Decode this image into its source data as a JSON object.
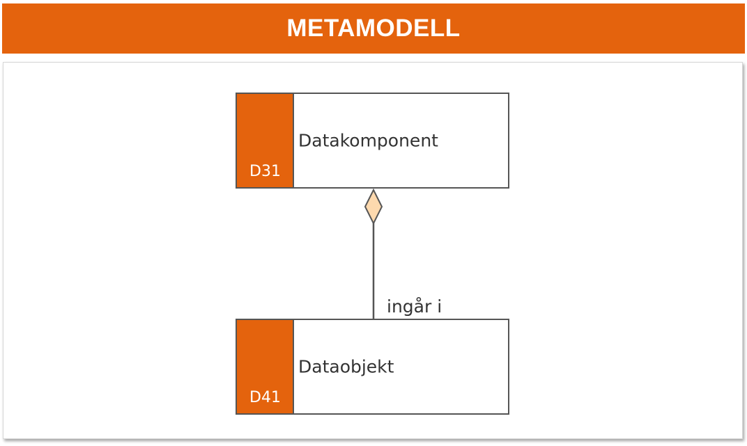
{
  "header": {
    "title": "METAMODELL"
  },
  "diagram": {
    "entities": [
      {
        "code": "D31",
        "name": "Datakomponent"
      },
      {
        "code": "D41",
        "name": "Dataobjekt"
      }
    ],
    "relation": {
      "label": "ingår i",
      "type": "aggregation"
    },
    "colors": {
      "accent": "#e4630d",
      "diamond": "#fdd9ae",
      "line": "#555555"
    }
  }
}
